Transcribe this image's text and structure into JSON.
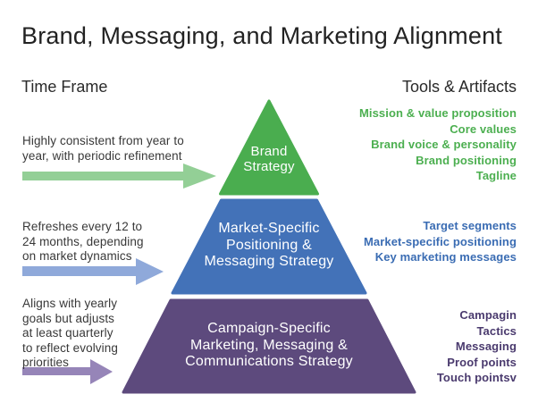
{
  "title": "Brand, Messaging, and Marketing Alignment",
  "left_header": "Time Frame",
  "right_header": "Tools & Artifacts",
  "colors": {
    "tier_green": "#4aad4f",
    "tier_blue": "#4372b8",
    "tier_purple": "#5d4a7d",
    "arrow_green": "#93cf96",
    "arrow_blue": "#8fa9da",
    "arrow_purple": "#9685b8",
    "artifact_green_text": "#4caf50",
    "artifact_blue_text": "#3a6cb3",
    "artifact_purple_text": "#4a3a6e"
  },
  "tiers": [
    {
      "id": "brand-strategy",
      "label": "Brand\nStrategy",
      "time_frame": "Highly consistent from year to\nyear, with periodic refinement",
      "artifacts": [
        "Mission & value proposition",
        "Core values",
        "Brand voice & personality",
        "Brand positioning",
        "Tagline"
      ]
    },
    {
      "id": "market-specific-positioning-messaging-strategy",
      "label": "Market-Specific\nPositioning &\nMessaging Strategy",
      "time_frame": "Refreshes every 12 to\n24 months, depending\non market dynamics",
      "artifacts": [
        "Target segments",
        "Market-specific positioning",
        "Key marketing messages"
      ]
    },
    {
      "id": "campaign-specific-marketing-messaging-communications-strategy",
      "label": "Campaign-Specific\nMarketing, Messaging &\nCommunications Strategy",
      "time_frame": "Aligns with yearly\ngoals but adjusts\nat least quarterly\nto reflect evolving\npriorities",
      "artifacts": [
        "Campagin",
        "Tactics",
        "Messaging",
        "Proof points",
        "Touch pointsv"
      ]
    }
  ]
}
